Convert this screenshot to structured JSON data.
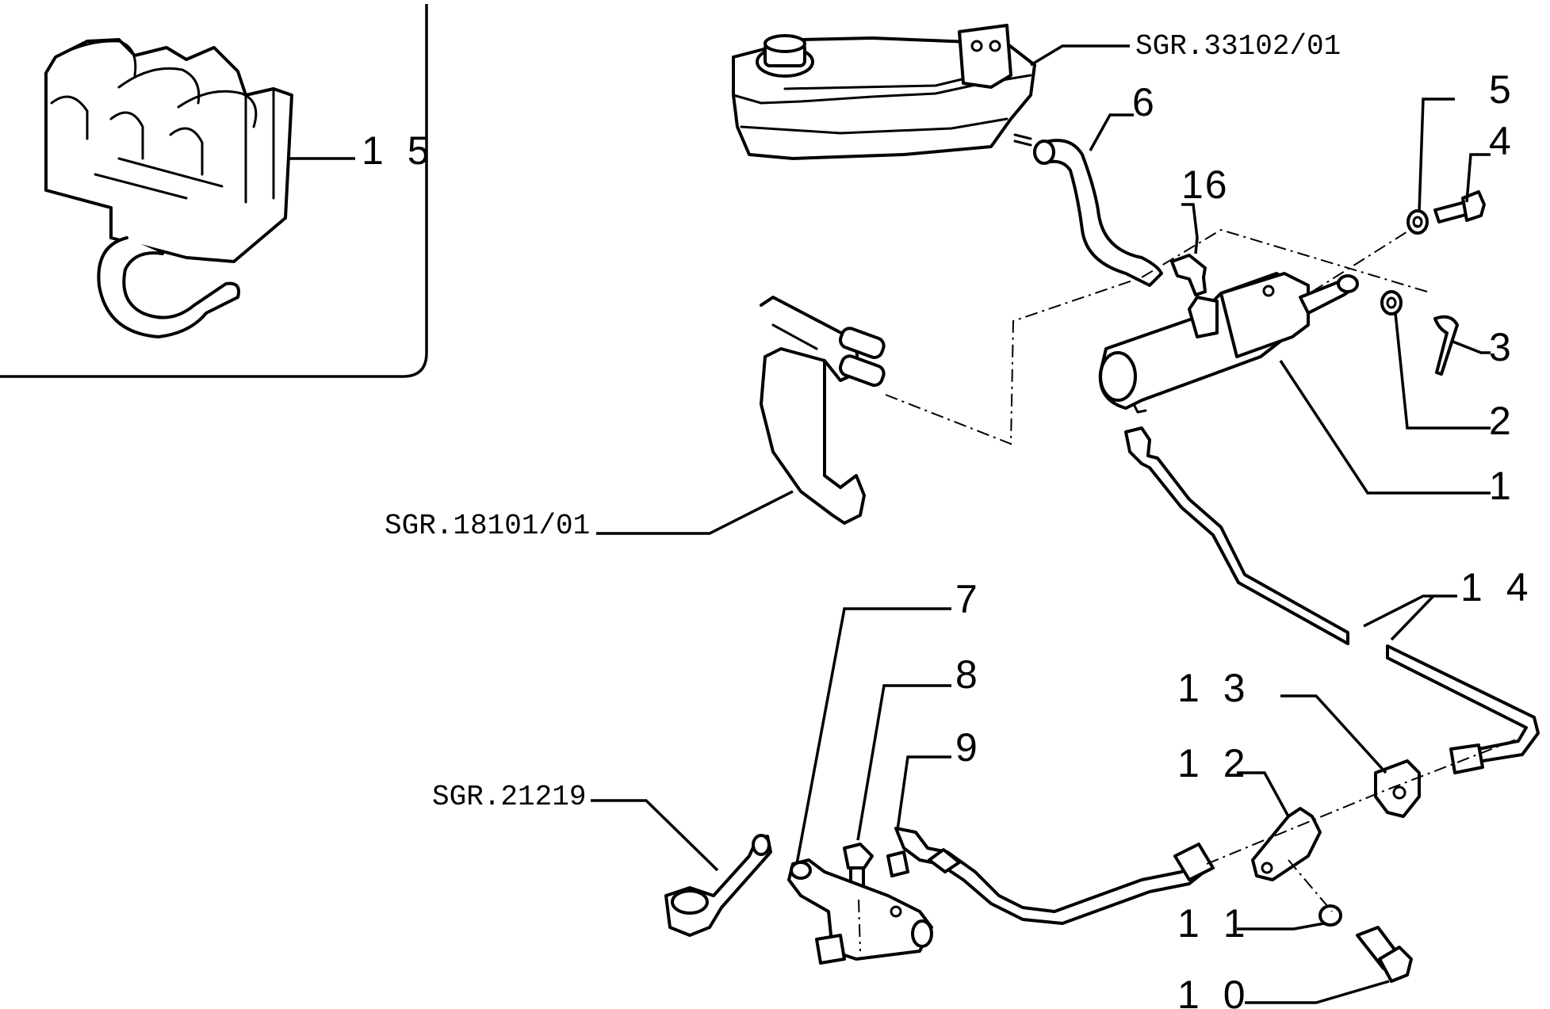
{
  "callouts": {
    "c1": "1",
    "c2": "2",
    "c3": "3",
    "c4": "4",
    "c5": "5",
    "c6": "6",
    "c7": "7",
    "c8": "8",
    "c9": "9",
    "c10": "1 0",
    "c11": "1 1",
    "c12": "1 2",
    "c13": "1 3",
    "c14": "1 4",
    "c15": "1 5",
    "c16": "16"
  },
  "references": {
    "r1": "SGR.33102/01",
    "r2": "SGR.18101/01",
    "r3": "SGR.21219"
  },
  "colors": {
    "ink": "#000000",
    "paper": "#ffffff"
  }
}
